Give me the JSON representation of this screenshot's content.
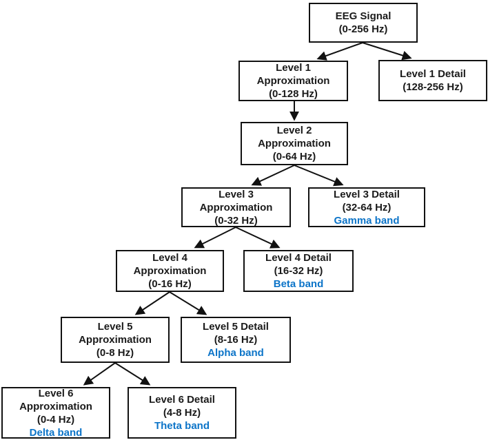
{
  "diagram": {
    "type": "tree",
    "band_color": "#0c74c8",
    "box_border_color": "#111111",
    "text_color": "#1a1a1a"
  },
  "nodes": {
    "eeg": {
      "lines": [
        "EEG Signal",
        "(0-256 Hz)"
      ]
    },
    "l1a": {
      "lines": [
        "Level 1",
        "Approximation",
        "(0-128 Hz)"
      ]
    },
    "l1d": {
      "lines": [
        "Level 1 Detail",
        "(128-256 Hz)"
      ]
    },
    "l2a": {
      "lines": [
        "Level 2",
        "Approximation",
        "(0-64 Hz)"
      ]
    },
    "l3a": {
      "lines": [
        "Level 3",
        "Approximation",
        "(0-32 Hz)"
      ]
    },
    "l3d": {
      "lines": [
        "Level 3 Detail",
        "(32-64 Hz)"
      ],
      "band": "Gamma band"
    },
    "l4a": {
      "lines": [
        "Level 4",
        "Approximation",
        "(0-16 Hz)"
      ]
    },
    "l4d": {
      "lines": [
        "Level 4 Detail",
        "(16-32 Hz)"
      ],
      "band": "Beta band"
    },
    "l5a": {
      "lines": [
        "Level 5",
        "Approximation",
        "(0-8 Hz)"
      ]
    },
    "l5d": {
      "lines": [
        "Level 5 Detail",
        "(8-16 Hz)"
      ],
      "band": "Alpha band"
    },
    "l6a": {
      "lines": [
        "Level 6",
        "Approximation",
        "(0-4 Hz)"
      ],
      "band": "Delta band"
    },
    "l6d": {
      "lines": [
        "Level 6 Detail",
        "(4-8 Hz)"
      ],
      "band": "Theta band"
    }
  },
  "edges": [
    {
      "from": "eeg",
      "to": "l1a"
    },
    {
      "from": "eeg",
      "to": "l1d"
    },
    {
      "from": "l1a",
      "to": "l2a"
    },
    {
      "from": "l2a",
      "to": "l3a"
    },
    {
      "from": "l2a",
      "to": "l3d"
    },
    {
      "from": "l3a",
      "to": "l4a"
    },
    {
      "from": "l3a",
      "to": "l4d"
    },
    {
      "from": "l4a",
      "to": "l5a"
    },
    {
      "from": "l4a",
      "to": "l5d"
    },
    {
      "from": "l5a",
      "to": "l6a"
    },
    {
      "from": "l5a",
      "to": "l6d"
    }
  ]
}
